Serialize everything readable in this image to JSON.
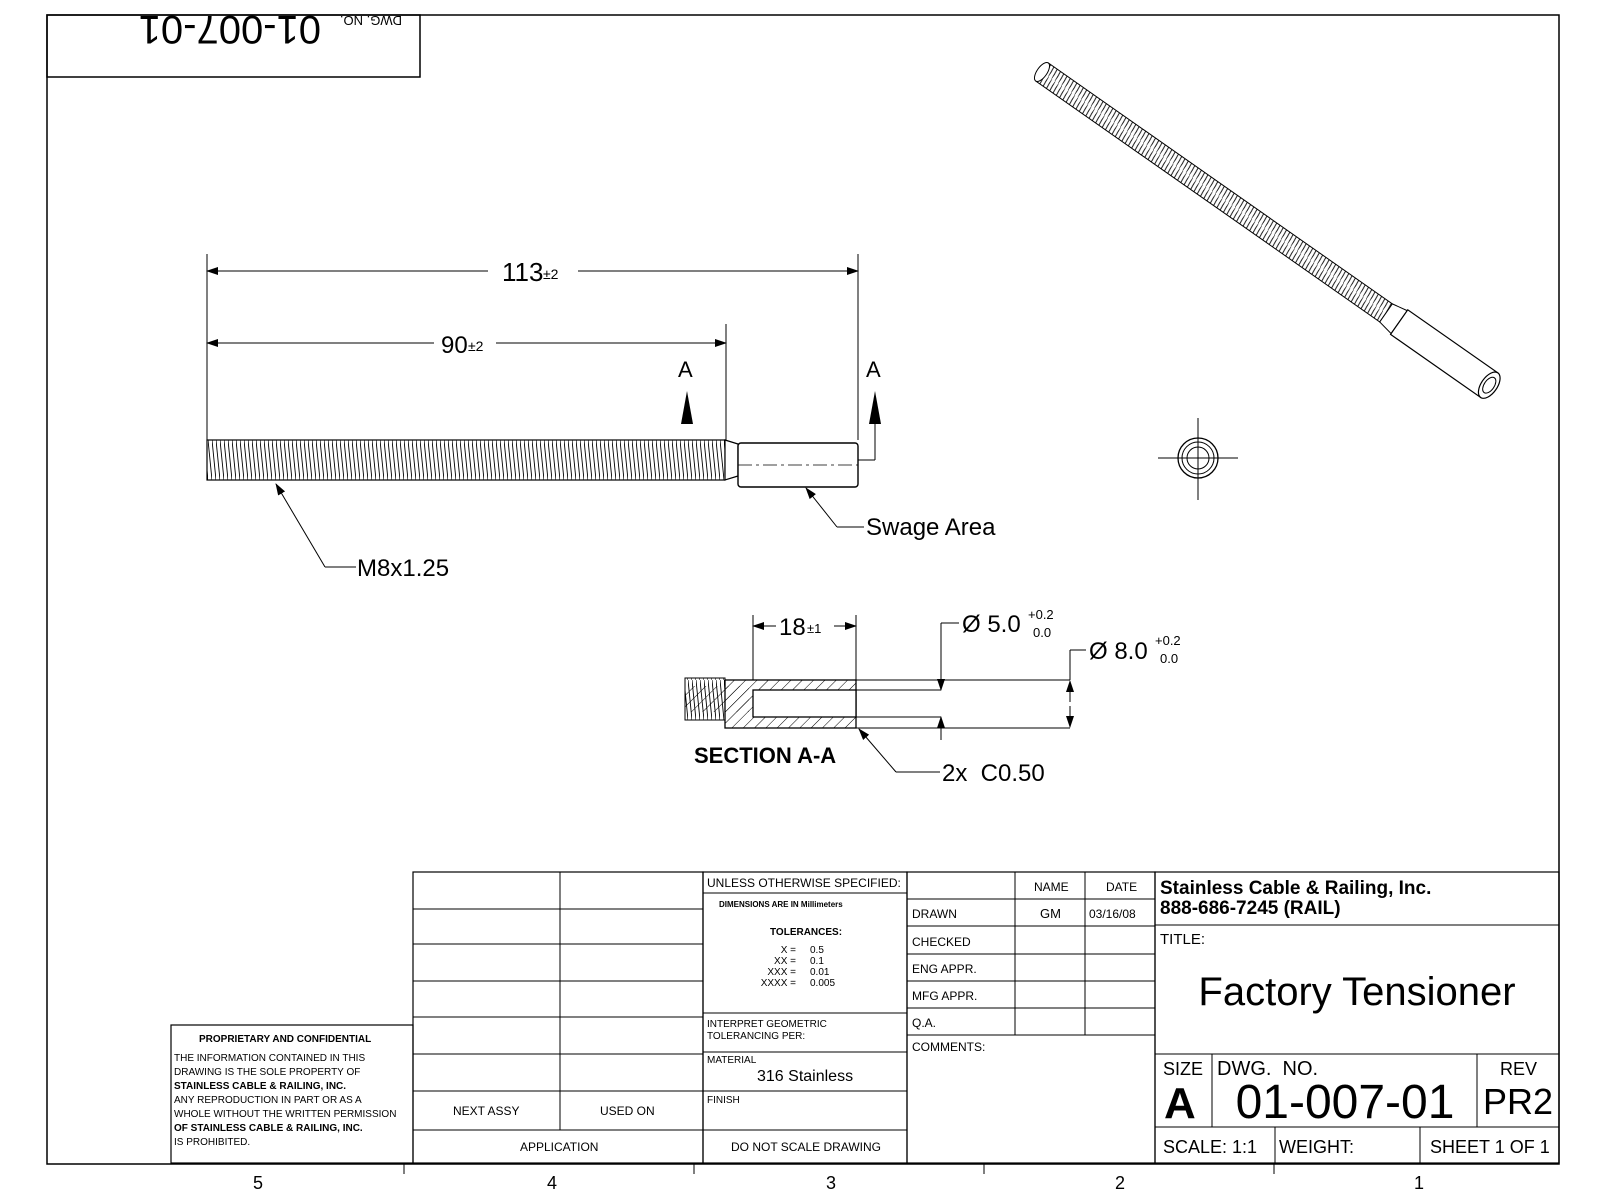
{
  "drawing": {
    "header_dwg_no_label": "DWG. NO.",
    "header_dwg_no": "01-007-01",
    "dim_overall": "113",
    "dim_overall_tol": "±2",
    "dim_thread_len": "90",
    "dim_thread_len_tol": "±2",
    "section_marker_left": "A",
    "section_marker_right": "A",
    "thread_callout": "M8x1.25",
    "swage_callout": "Swage Area",
    "section_title": "SECTION A-A",
    "dim_swage_depth": "18",
    "dim_swage_depth_tol": "±1",
    "dim_inner_dia": "Ø 5.0",
    "dim_inner_dia_tol_upper": "+0.2",
    "dim_inner_dia_tol_lower": "0.0",
    "dim_outer_dia": "Ø 8.0",
    "dim_outer_dia_tol_upper": "+0.2",
    "dim_outer_dia_tol_lower": "0.0",
    "chamfer_callout": "2x  C0.50"
  },
  "zones": [
    "5",
    "4",
    "3",
    "2",
    "1"
  ],
  "title_block": {
    "proprietary_title": "PROPRIETARY AND CONFIDENTIAL",
    "proprietary_lines": [
      "THE INFORMATION CONTAINED IN THIS",
      "DRAWING IS THE SOLE PROPERTY OF",
      "STAINLESS CABLE & RAILING, INC.",
      "ANY REPRODUCTION IN PART OR AS A",
      "WHOLE WITHOUT THE WRITTEN PERMISSION",
      "OF STAINLESS CABLE & RAILING, INC.",
      "IS PROHIBITED."
    ],
    "next_assy": "NEXT ASSY",
    "used_on": "USED ON",
    "application": "APPLICATION",
    "unless_specified": "UNLESS OTHERWISE SPECIFIED:",
    "dimensions_note": "DIMENSIONS ARE IN Millimeters",
    "tolerances_label": "TOLERANCES:",
    "tolerances": [
      {
        "key": "X =",
        "value": "0.5"
      },
      {
        "key": "XX =",
        "value": "0.1"
      },
      {
        "key": "XXX =",
        "value": "0.01"
      },
      {
        "key": "XXXX =",
        "value": "0.005"
      }
    ],
    "geometric_tolerancing": [
      "INTERPRET GEOMETRIC",
      "TOLERANCING PER:"
    ],
    "material_label": "MATERIAL",
    "material": "316 Stainless",
    "finish_label": "FINISH",
    "do_not_scale": "DO NOT SCALE DRAWING",
    "name_header": "NAME",
    "date_header": "DATE",
    "approvals": [
      {
        "role": "DRAWN",
        "name": "GM",
        "date": "03/16/08"
      },
      {
        "role": "CHECKED",
        "name": "",
        "date": ""
      },
      {
        "role": "ENG APPR.",
        "name": "",
        "date": ""
      },
      {
        "role": "MFG APPR.",
        "name": "",
        "date": ""
      },
      {
        "role": "Q.A.",
        "name": "",
        "date": ""
      }
    ],
    "comments_label": "COMMENTS:",
    "company": "Stainless Cable & Railing, Inc.",
    "phone": "888-686-7245 (RAIL)",
    "title_label": "TITLE:",
    "title": "Factory Tensioner",
    "size_label": "SIZE",
    "size": "A",
    "dwg_no_label": "DWG.  NO.",
    "dwg_no": "01-007-01",
    "rev_label": "REV",
    "rev": "PR2",
    "scale": "SCALE: 1:1",
    "weight": "WEIGHT:",
    "sheet": "SHEET 1 OF 1"
  }
}
